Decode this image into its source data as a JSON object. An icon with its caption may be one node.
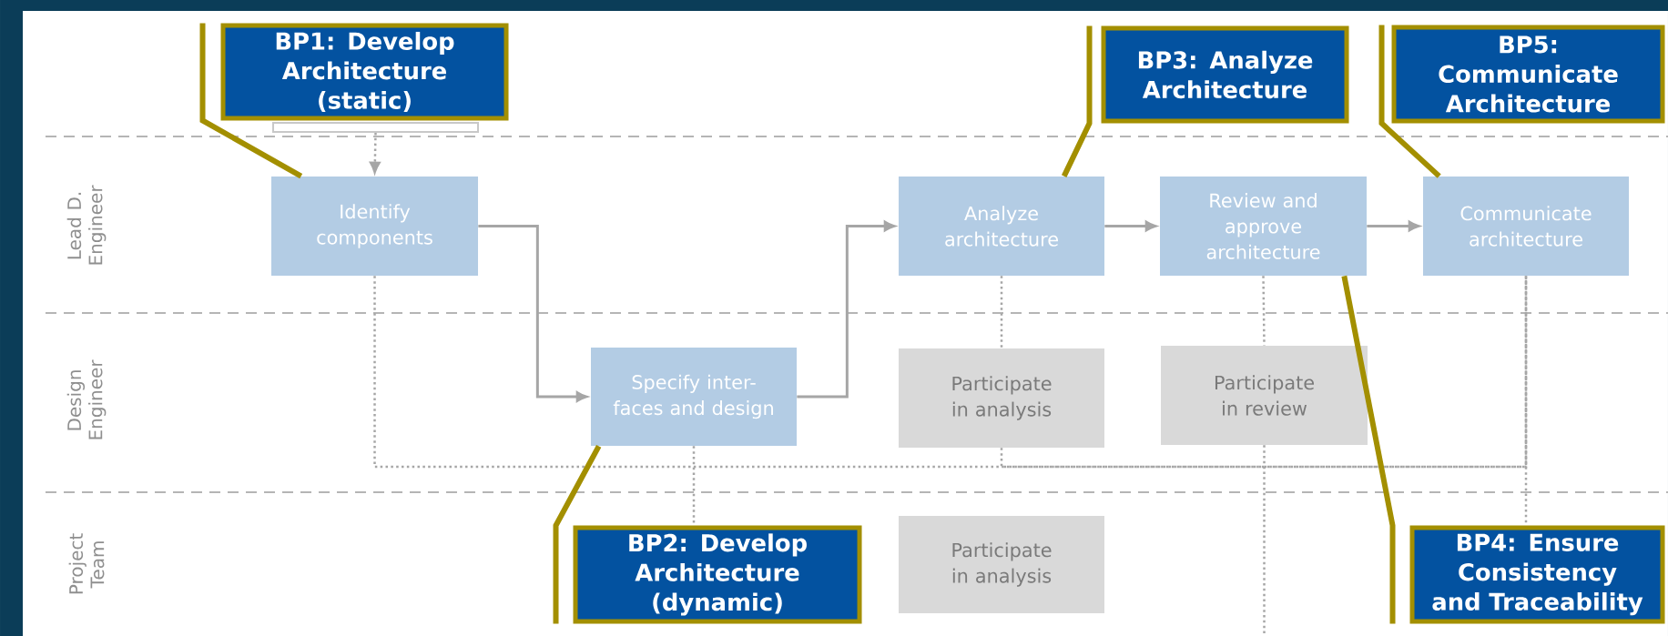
{
  "diagram": {
    "nodes": [
      {
        "text": [],
        "shape": "box"
      },
      {
        "text": [
          "BP1: Develop Architecture (static)"
        ]
      },
      {
        "text": [
          "BP3: Analyze Architecture"
        ]
      },
      {
        "text": [
          "BP5: Communicate Architecture"
        ]
      },
      {
        "text": [
          "Identify components"
        ]
      },
      {
        "text": [
          "Analyze architecture"
        ]
      },
      {
        "text": [
          "Review and approve architecture"
        ]
      },
      {
        "text": [
          "Communicate architecture"
        ]
      },
      {
        "text": [
          "Specify inter- faces and design"
        ]
      },
      {
        "text": [
          "Participate in analysis"
        ]
      },
      {
        "text": [
          "Participate in review"
        ]
      },
      {
        "text": [
          "BP2: Develop Architecture (dynamic)"
        ]
      },
      {
        "text": [
          "Participate in analysis"
        ]
      },
      {
        "text": [
          "BP4: Ensure Consistency and Traceability"
        ]
      }
    ],
    "edges": [
      {
        "from": 0,
        "to": 4,
        "arrow": "to",
        "style": "dashed"
      },
      {
        "from": 4,
        "to": 8,
        "arrow": "to"
      },
      {
        "from": 8,
        "to": 5,
        "arrow": "to"
      },
      {
        "from": 5,
        "to": 6,
        "arrow": "to"
      },
      {
        "from": 6,
        "to": 7,
        "arrow": "to"
      },
      {
        "from": 5,
        "to": 9,
        "arrow": "none",
        "style": "dashed"
      },
      {
        "from": 6,
        "to": 10,
        "arrow": "none",
        "style": "dashed"
      },
      {
        "from": 4,
        "to": 7,
        "arrow": "none",
        "style": "dashed"
      },
      {
        "from": 9,
        "to": 7,
        "arrow": "none",
        "style": "dashed"
      },
      {
        "from": 8,
        "to": 11,
        "arrow": "none",
        "style": "dashed"
      },
      {
        "from": 10,
        "to": null,
        "arrow": "none",
        "style": "dashed"
      },
      {
        "from": 7,
        "to": 13,
        "arrow": "none",
        "style": "dashed"
      },
      {
        "from": 1,
        "to": 4,
        "arrow": "none",
        "style": "thick",
        "color": "#a38f00"
      },
      {
        "from": 11,
        "to": 8,
        "arrow": "none",
        "style": "thick",
        "color": "#a38f00"
      },
      {
        "from": 2,
        "to": 5,
        "arrow": "none",
        "style": "thick",
        "color": "#a38f00"
      },
      {
        "from": 13,
        "to": 6,
        "arrow": "none",
        "style": "thick",
        "color": "#a38f00"
      },
      {
        "from": 3,
        "to": 7,
        "arrow": "none",
        "style": "thick",
        "color": "#a38f00"
      }
    ],
    "labels": [
      "Lead D. Engineer",
      "Design Engineer",
      "Project Team"
    ]
  }
}
